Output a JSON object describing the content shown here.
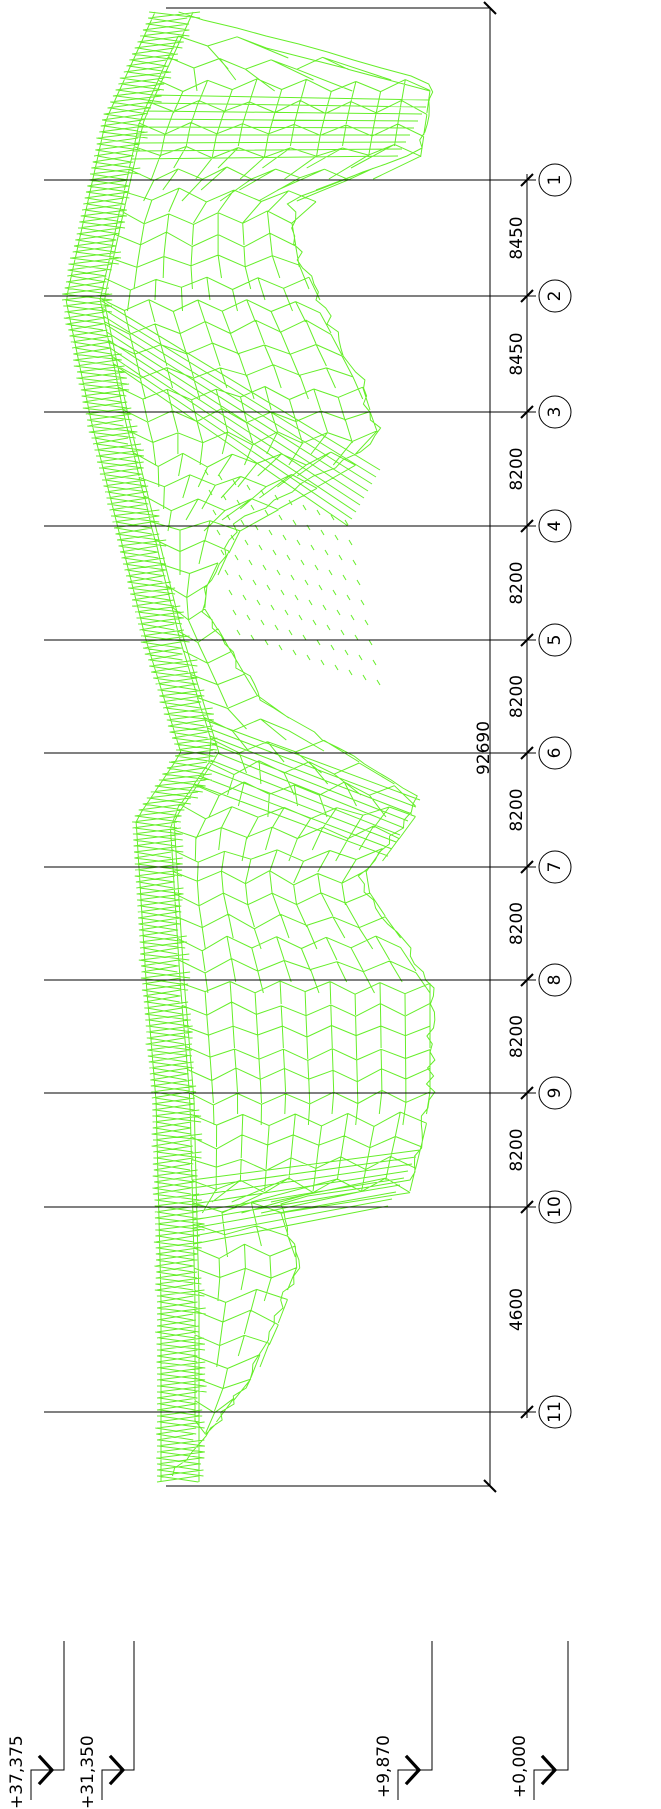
{
  "grid_axes": [
    "1",
    "2",
    "3",
    "4",
    "5",
    "6",
    "7",
    "8",
    "9",
    "10",
    "11"
  ],
  "dimensions": [
    "8450",
    "8450",
    "8200",
    "8200",
    "8200",
    "8200",
    "8200",
    "8200",
    "8200",
    "4600"
  ],
  "overall_dimension": "92690",
  "elevations": [
    "+37,375",
    "+31,350",
    "+9,870",
    "+0,000"
  ],
  "colors": {
    "structure": "#66ee2a",
    "lines": "#000000",
    "background": "#ffffff"
  }
}
